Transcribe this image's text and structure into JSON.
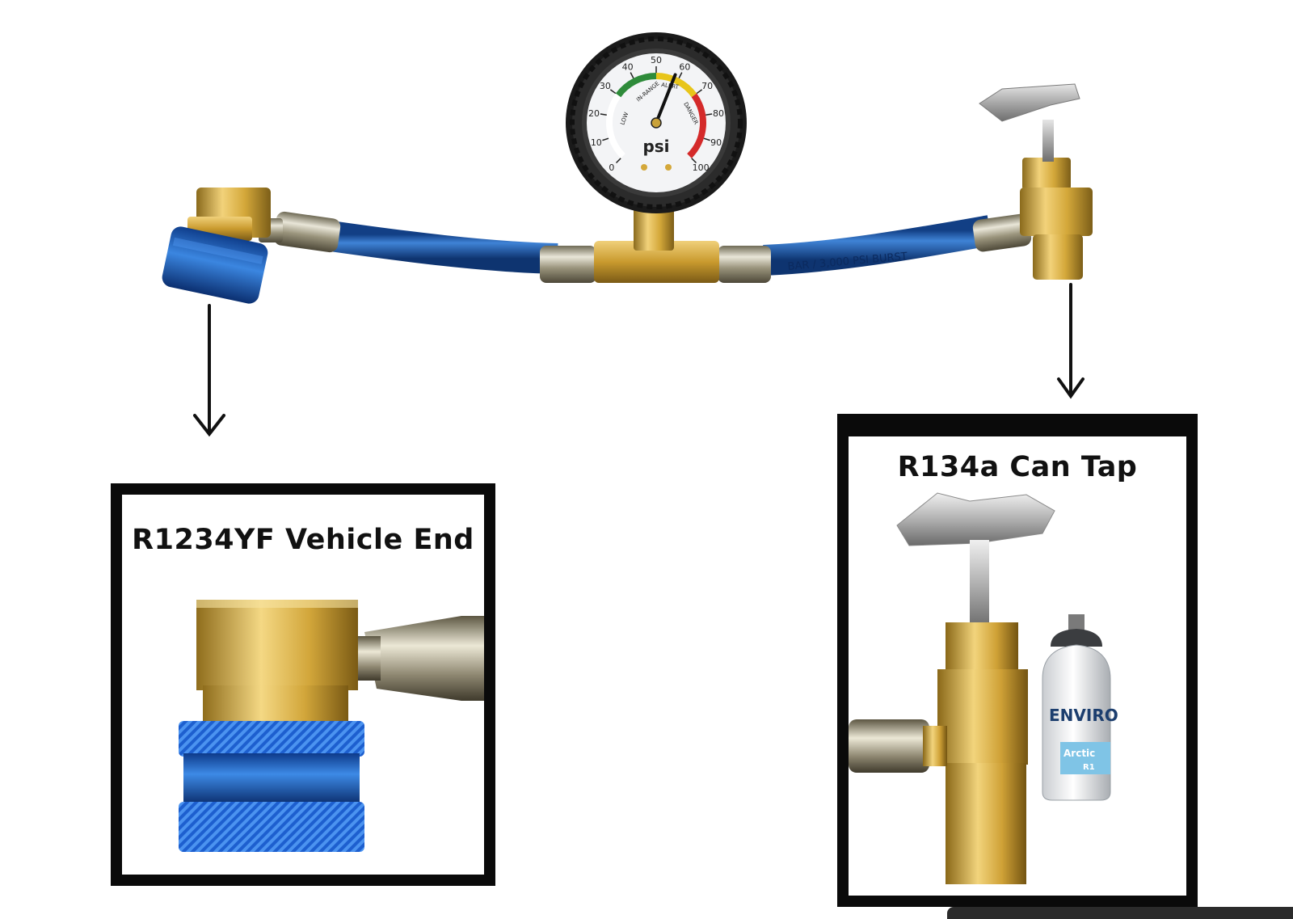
{
  "gauge": {
    "ticks": [
      "0",
      "10",
      "20",
      "30",
      "40",
      "50",
      "60",
      "70",
      "80",
      "90",
      "100"
    ],
    "unit": "psi",
    "zones": [
      "LOW",
      "IN-RANGE",
      "ALERT",
      "DANGER"
    ],
    "needle_value": 58,
    "colors": {
      "low": "#ffffff",
      "in_range": "#2e8b3a",
      "alert": "#e8c51a",
      "danger": "#d42a2a"
    }
  },
  "hose": {
    "print": "BAR / 3,000 PSI BURST"
  },
  "callouts": {
    "left": {
      "title": "R1234YF Vehicle End"
    },
    "right": {
      "title": "R134a Can Tap"
    }
  },
  "can": {
    "brand": "ENVIRO",
    "product": "Arctic",
    "code": "R1"
  },
  "colors": {
    "hose_blue": "#1f5fb0",
    "coupler_blue": "#1a55c8",
    "brass": "#d4a83a",
    "frame": "#0a0a0a"
  }
}
